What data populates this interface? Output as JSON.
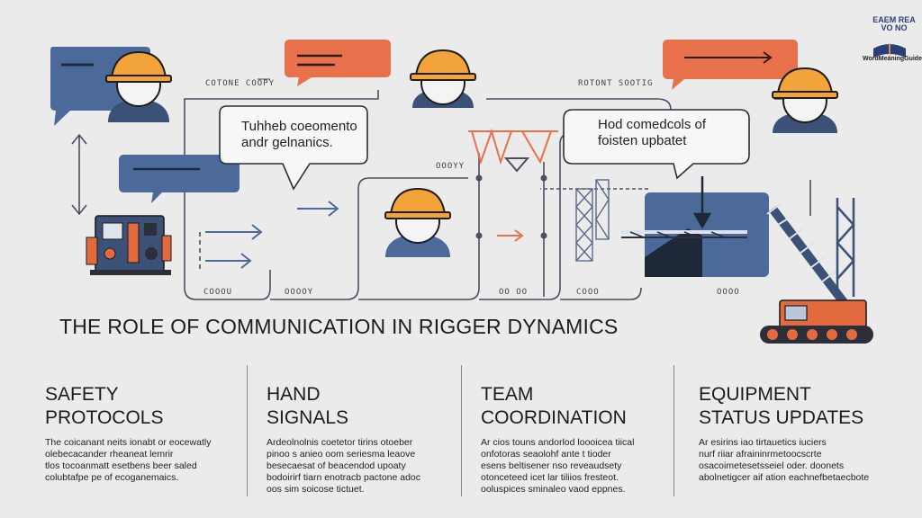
{
  "diagram": {
    "labels": {
      "top_left": "COTONE COOPY",
      "top_right": "ROTONT SOOTIG",
      "mid_center": "OOOYY",
      "bottom_1": "COOOU",
      "bottom_2": "OOOOY",
      "bottom_3": "OO OO",
      "bottom_4": "COOO",
      "bottom_5": "OOOO"
    },
    "bubbles": {
      "left_center": [
        "Tuhheb coeomento",
        "andr gelnanics."
      ],
      "right_center": [
        "Hod comedcols of",
        "foisten upbatet"
      ]
    }
  },
  "title": "THE ROLE OF COMMUNICATION  IN RIGGER DYNAMICS",
  "columns": [
    {
      "heading": [
        "SAFETY",
        "PROTOCOLS"
      ],
      "body": [
        "The coicanant neits ionabt or eocewatly",
        "olebecacander rheaneat lemrir",
        "tlos tocoanmatt esetbens beer saled",
        "colubtafpe pe of ecoganemaics."
      ]
    },
    {
      "heading": [
        "HAND",
        "SIGNALS"
      ],
      "body": [
        "Ardeolnolnis coetetor tirins otoeber",
        "pinoo s anieo oom seriesma leaove",
        "besecaesat of beacendod upoaty",
        "bodoirirf tiarn enotracb pactone adoc",
        "oos sim soicose tictuet."
      ]
    },
    {
      "heading": [
        "TEAM",
        "COORDINATION"
      ],
      "body": [
        "Ar cios touns andorlod loooicea tiical",
        "onfotoras seaolohf ante t tioder",
        "esens beltisener nso reveaudsety",
        "otonceteed icet lar tiliios fresteot.",
        "ooluspices sminaleo vaod eppnes."
      ]
    },
    {
      "heading": [
        "EQUIPMENT",
        "STATUS UPDATES"
      ],
      "body": [
        "Ar esirins iao tirtauetics iuciers",
        "nurf riiar afraininrmetoocscrte",
        "osacoimetesetsseiel oder. doonets",
        "abolnetigcer aif ation eachnefbetaecbote"
      ]
    }
  ],
  "brand": {
    "logo_text": "EAEM REAVO NO",
    "label": "WordMeaningGuide"
  },
  "colors": {
    "background": "#ebebeb",
    "helmet": "#f2a33a",
    "orange_bubble": "#e8704a",
    "blue_bubble": "#4b6a9a",
    "navy": "#3b5178",
    "crane_orange": "#e26a3e",
    "outline": "#2c2f3a"
  }
}
